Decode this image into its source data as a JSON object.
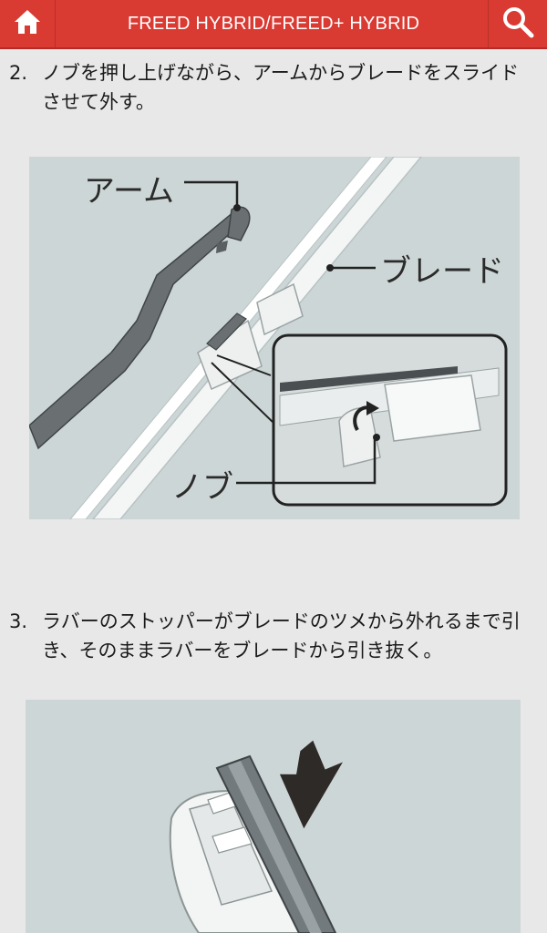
{
  "header": {
    "title": "FREED HYBRID/FREED+ HYBRID",
    "home_icon": "home-icon",
    "search_icon": "search-icon",
    "bg_color": "#d93a32"
  },
  "steps": [
    {
      "number": "2.",
      "text": "ノブを押し上げながら、アームからブレードをスライドさせて外す。",
      "figure_labels": {
        "arm": "アーム",
        "blade": "ブレード",
        "knob": "ノブ"
      }
    },
    {
      "number": "3.",
      "text": "ラバーのストッパーがブレードのツメから外れるまで引き、そのままラバーをブレードから引き抜く。"
    }
  ]
}
